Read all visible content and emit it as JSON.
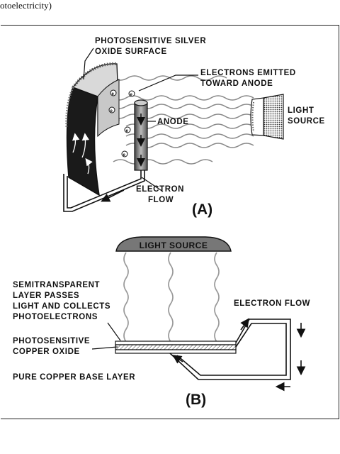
{
  "header_fragment": "otoelectricity)",
  "panel_a": {
    "label_surface_1": "PHOTOSENSITIVE SILVER",
    "label_surface_2": "OXIDE SURFACE",
    "label_electrons_1": "ELECTRONS EMITTED",
    "label_electrons_2": "TOWARD ANODE",
    "label_anode": "ANODE",
    "label_light_1": "LIGHT",
    "label_light_2": "SOURCE",
    "label_flow_1": "ELECTRON",
    "label_flow_2": "FLOW",
    "panel_tag": "(A)"
  },
  "panel_b": {
    "light_source": "LIGHT SOURCE",
    "semi_1": "SEMITRANSPARENT",
    "semi_2": "LAYER PASSES",
    "semi_3": "LIGHT AND COLLECTS",
    "semi_4": "PHOTOELECTRONS",
    "photo_1": "PHOTOSENSITIVE",
    "photo_2": "COPPER OXIDE",
    "base": "PURE COPPER BASE LAYER",
    "electron_flow": "ELECTRON FLOW",
    "panel_tag": "(B)"
  },
  "electron_symbol": "e"
}
